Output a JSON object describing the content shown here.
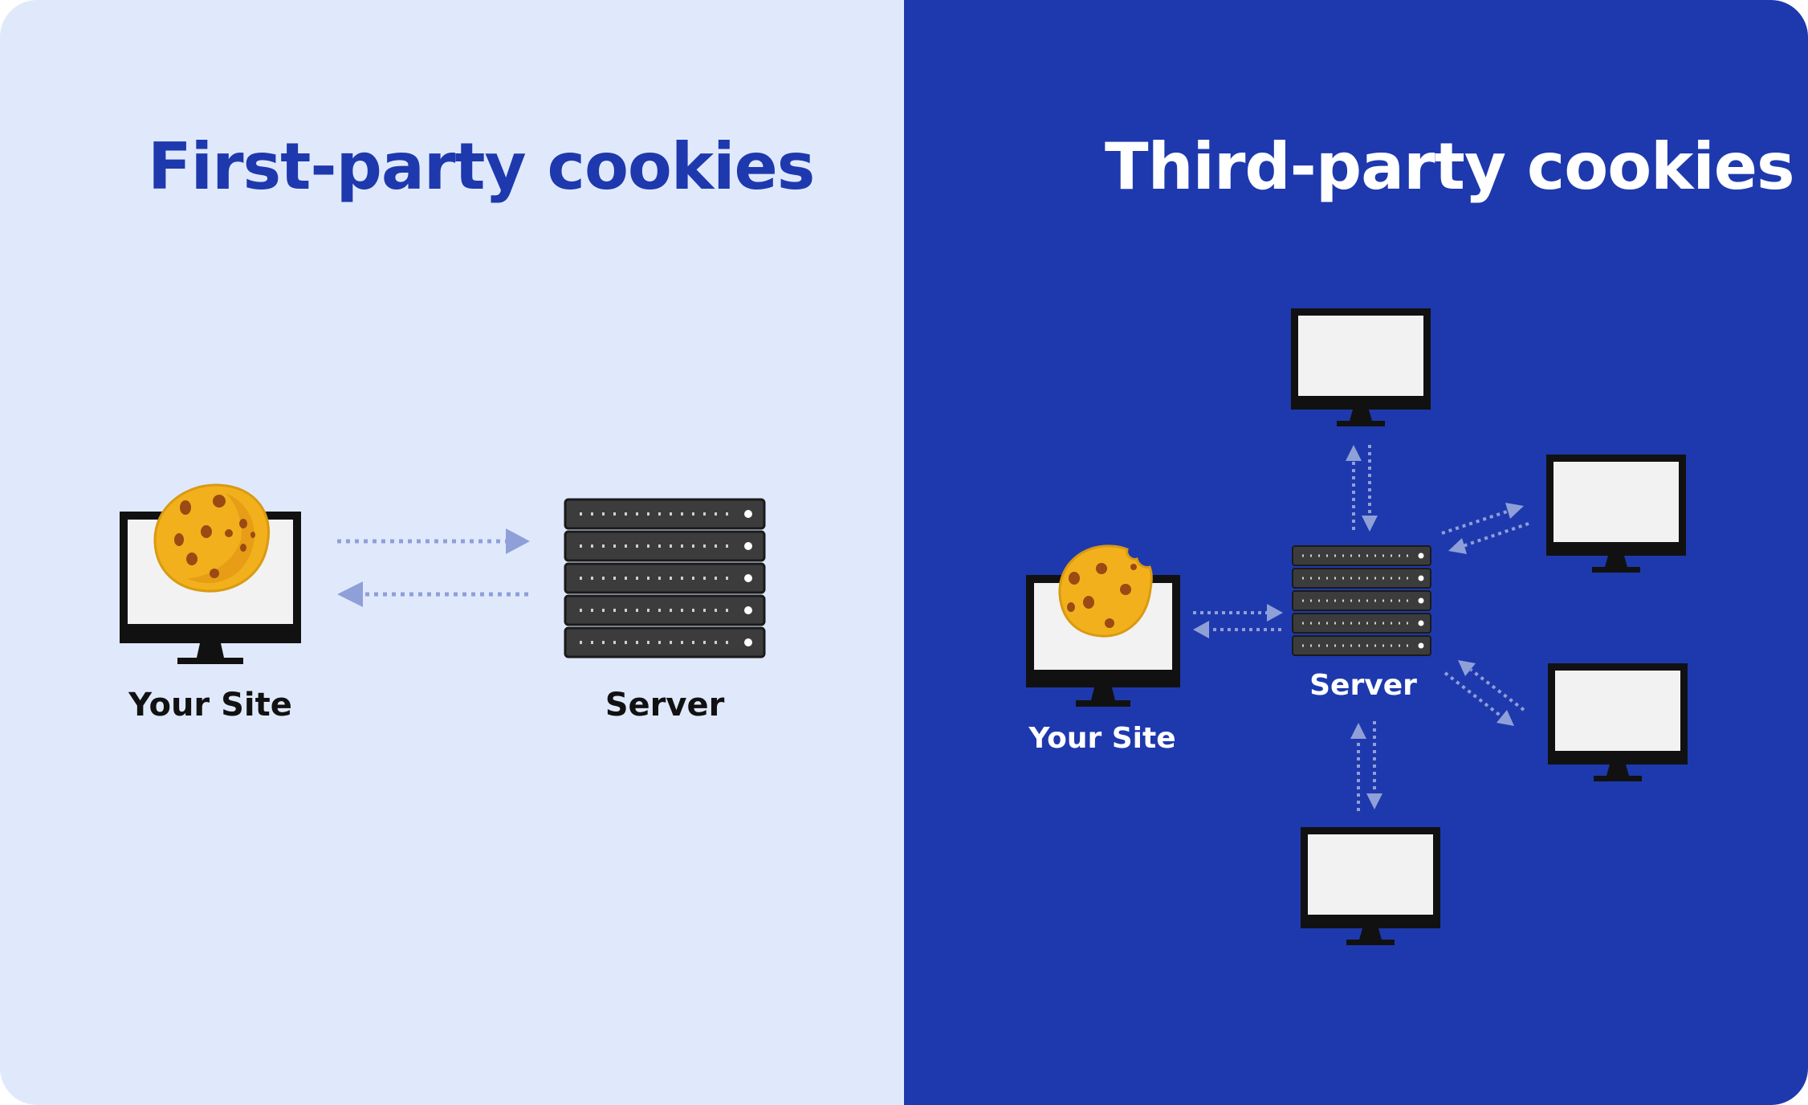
{
  "headings": {
    "first_party": "First-party cookies",
    "third_party": "Third-party cookies"
  },
  "labels": {
    "left_site": "Your Site",
    "left_server": "Server",
    "right_server": "Server",
    "right_site": "Your Site"
  },
  "colors": {
    "left_background": "#e0e9fc",
    "right_background": "#1e39ad",
    "heading_blue": "#1e39ad",
    "arrow": "#8fa0d8",
    "cookie": "#f2b01c",
    "cookie_chip": "#9a4a12",
    "monitor_frame": "#111111",
    "monitor_screen": "#f2f2f2",
    "server_unit": "#3c3c3c"
  },
  "icons": {
    "monitor": "desktop-monitor-icon",
    "server": "server-rack-icon",
    "cookie": "cookie-icon",
    "arrow": "dotted-arrow-icon"
  }
}
